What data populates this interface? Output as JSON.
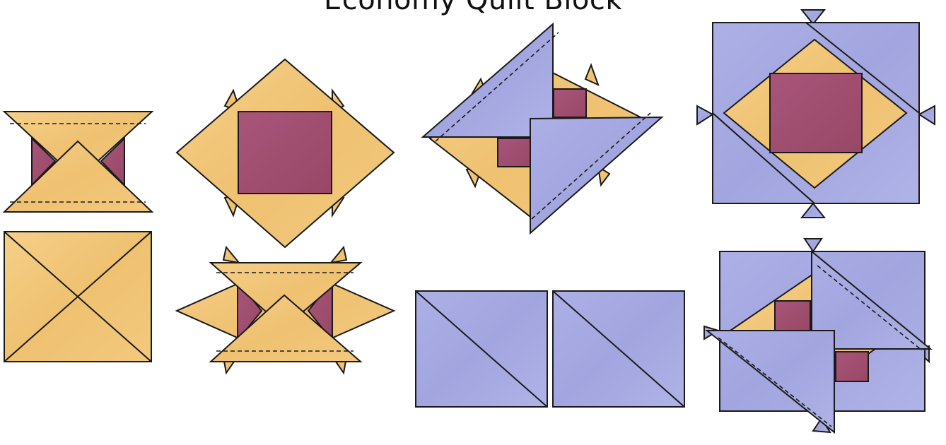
{
  "title": "Economy Quilt Block",
  "colors": {
    "gold_fabric": "#f2c67a",
    "gold_fabric_dark": "#e6b566",
    "burgundy_fabric": "#a3506f",
    "lavender_fabric": "#a9abe3",
    "lavender_fabric_light": "#b8bbea",
    "outline": "#1a1a1a",
    "background": "#ffffff"
  },
  "steps": [
    {
      "piece": "hourglass-unit",
      "fabrics": [
        "gold",
        "burgundy"
      ],
      "seam": "dashed"
    },
    {
      "piece": "quarter-square-triangles",
      "fabrics": [
        "gold"
      ],
      "seam": "none"
    },
    {
      "piece": "square-in-square-center",
      "fabrics": [
        "gold",
        "burgundy"
      ],
      "seam": "none"
    },
    {
      "piece": "square-with-side-triangles",
      "fabrics": [
        "gold",
        "burgundy"
      ],
      "seam": "dashed"
    },
    {
      "piece": "half-square-triangle-pair",
      "fabrics": [
        "lavender"
      ],
      "seam": "none"
    },
    {
      "piece": "corner-triangles-attached",
      "fabrics": [
        "lavender",
        "gold",
        "burgundy"
      ],
      "seam": "dashed"
    },
    {
      "piece": "finished-economy-block",
      "fabrics": [
        "lavender",
        "gold",
        "burgundy"
      ],
      "seam": "none"
    },
    {
      "piece": "corner-triangles-pressed",
      "fabrics": [
        "lavender",
        "gold",
        "burgundy"
      ],
      "seam": "dashed"
    }
  ]
}
